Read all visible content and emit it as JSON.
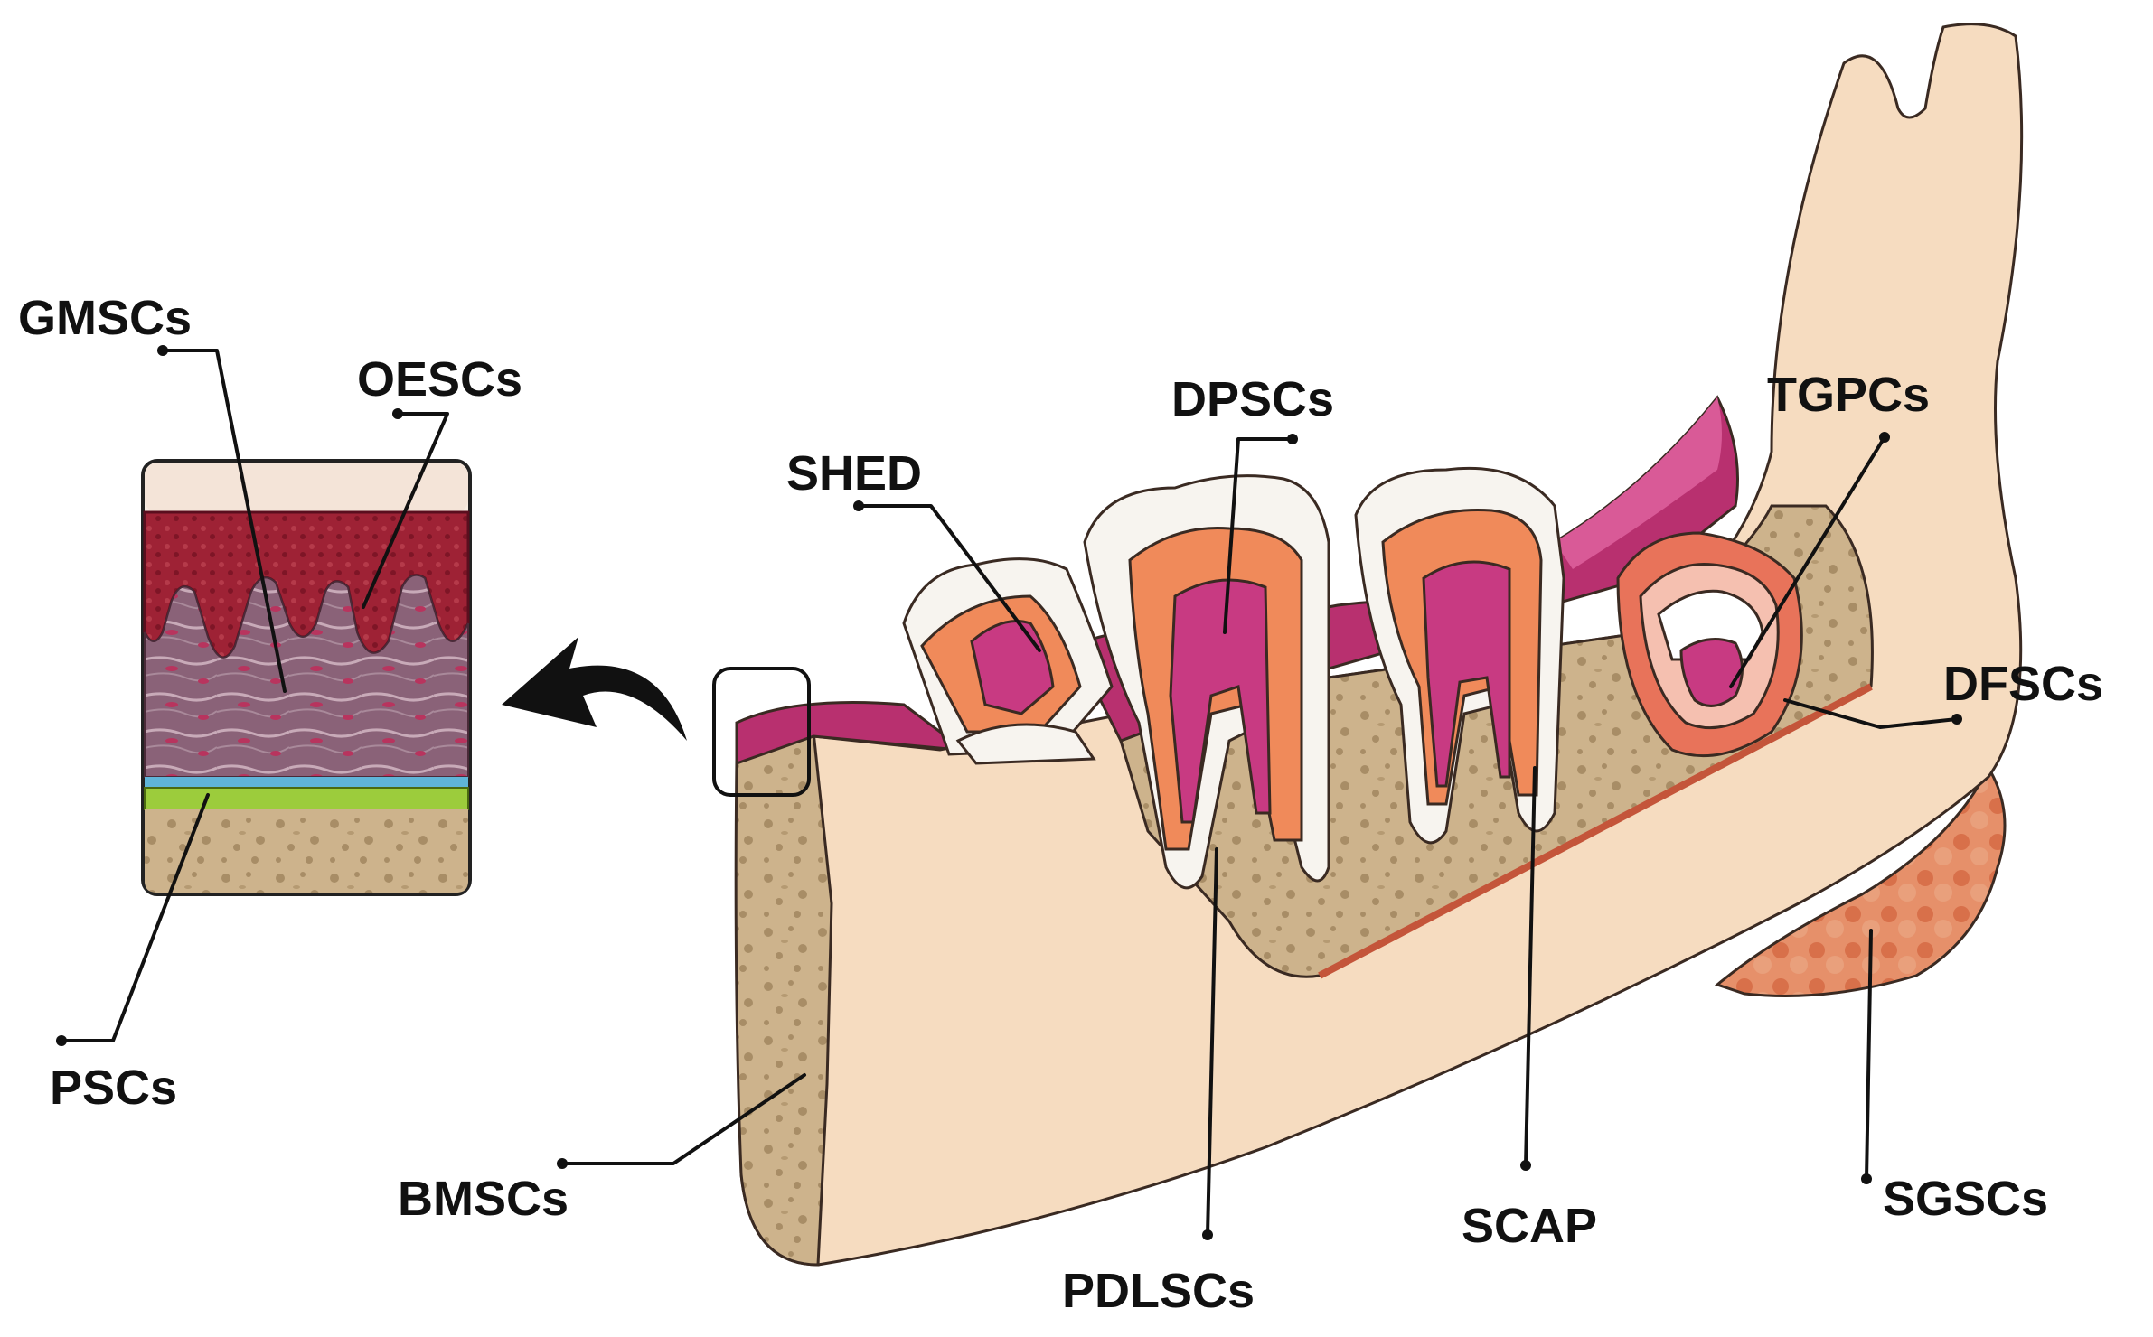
{
  "labels": {
    "gmscs": "GMSCs",
    "oescs": "OESCs",
    "pscs": "PSCs",
    "shed": "SHED",
    "dpscs": "DPSCs",
    "tgpcs": "TGPCs",
    "dfscs": "DFSCs",
    "bmscs": "BMSCs",
    "pdlscs": "PDLSCs",
    "scap": "SCAP",
    "sgscs": "SGSCs"
  },
  "colors": {
    "bone": "#f6dcc0",
    "bone_shadow": "#ecc9a6",
    "spongy_bone": "#c9ae86",
    "spongy_dots": "#a88d66",
    "gingiva": "#b8306f",
    "gingiva_light": "#d95a97",
    "enamel": "#f7f4ef",
    "dentin": "#f08a5a",
    "pulp": "#c83a82",
    "epithelium": "#9c1f34",
    "lamina_propria": "#7a4e62",
    "basement_blue": "#5fb4d8",
    "periosteum_green": "#9ccc3c",
    "salivary": "#e07a50"
  }
}
